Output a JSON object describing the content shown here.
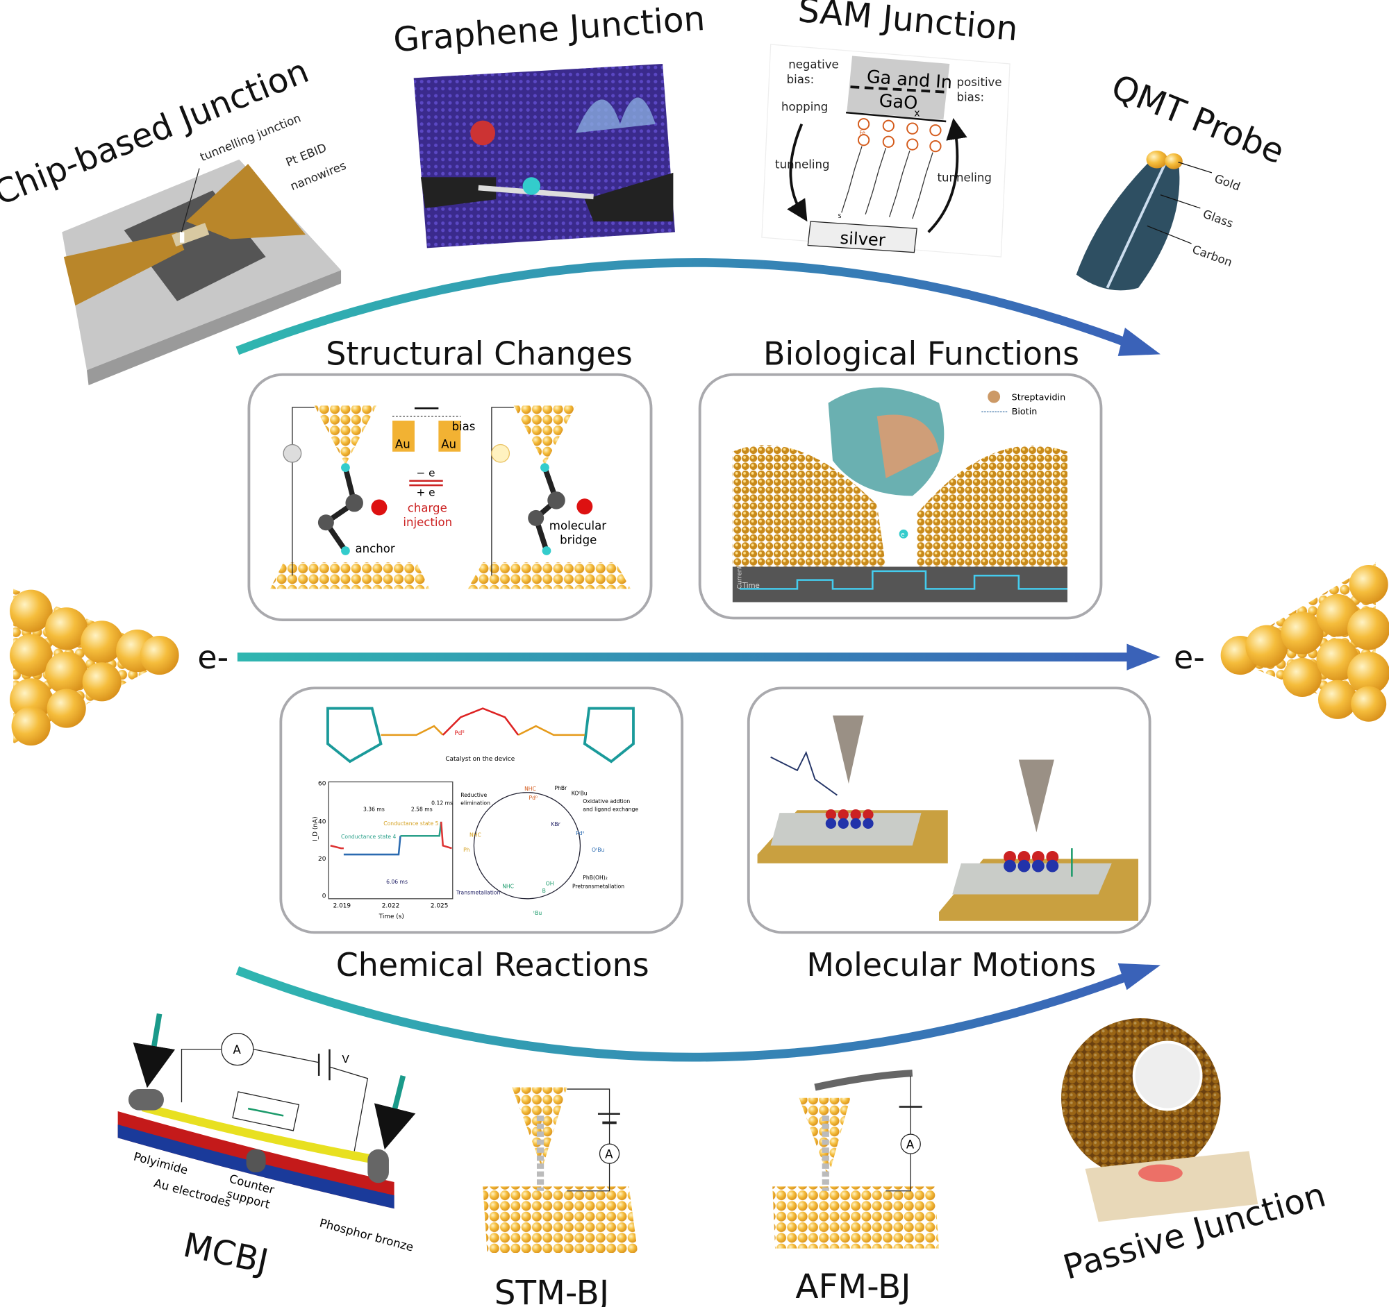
{
  "colors": {
    "arrow_start": "#2fb6b0",
    "arrow_end": "#3a62b8",
    "gold": "#f2b233",
    "panel_border": "#a9a9ad"
  },
  "electron": {
    "left": "e-",
    "right": "e-"
  },
  "top": {
    "chip": {
      "title": "Chip-based Junction",
      "label1": "tunnelling junction",
      "label2a": "Pt EBID",
      "label2b": "nanowires"
    },
    "graphene": {
      "title": "Graphene Junction"
    },
    "sam": {
      "title": "SAM Junction",
      "neg1": "negative",
      "neg2": "bias:",
      "pos1": "positive",
      "pos2": "bias:",
      "top_layer": "Ga and In",
      "oxide": "GaO",
      "oxide_sub": "x",
      "hopping": "hopping",
      "tunnel_left": "tunneling",
      "tunnel_right": "tunneling",
      "bottom": "silver",
      "fe": "Fe",
      "s": "S"
    },
    "qmt": {
      "title": "QMT Probe",
      "gold": "Gold",
      "glass": "Glass",
      "carbon": "Carbon"
    }
  },
  "panels": {
    "structural": {
      "title": "Structural Changes",
      "bias": "bias",
      "au": "Au",
      "minus_e": "− e",
      "plus_e": "+ e",
      "charge1": "charge",
      "charge2": "injection",
      "anchor": "anchor",
      "bridge1": "molecular",
      "bridge2": "bridge"
    },
    "biological": {
      "title": "Biological Functions",
      "legend1": "Streptavidin",
      "legend2": "Biotin",
      "current": "Current",
      "time": "Time",
      "e": "e"
    },
    "chemical": {
      "title": "Chemical Reactions",
      "caption": "Catalyst on the device",
      "plot": {
        "ylabel": "I_D (nA)",
        "xlabel": "Time (s)",
        "yticks": [
          "0",
          "20",
          "40",
          "60"
        ],
        "xticks": [
          "2.019",
          "2.022",
          "2.025"
        ],
        "state4": "Conductance state 4",
        "state5": "Conductance state 5",
        "t1": "3.36 ms",
        "t2": "2.58 ms",
        "t3": "0.12 ms",
        "t4": "6.06 ms"
      },
      "cycle": {
        "red_elim1": "Reductive",
        "red_elim2": "elimination",
        "phbr": "PhBr",
        "kotbu": "KOᵗBu",
        "ox1": "Oxidative addtion",
        "ox2": "and ligand exchange",
        "kbr": "KBr",
        "phboh": "PhB(OH)₂",
        "pretrans": "Pretransmetallation",
        "trans": "Transmetallation",
        "nhc": "NHC",
        "pd0": "Pd⁰",
        "pd2": "Pdᴵᴵ",
        "ph": "Ph",
        "otbu": "OᵗBu",
        "oh": "OH",
        "b": "B",
        "tbu": "ᵗBu"
      }
    },
    "motions": {
      "title": "Molecular Motions"
    }
  },
  "bottom": {
    "mcbj": {
      "title": "MCBJ",
      "a": "A",
      "v": "V",
      "polyimide": "Polyimide",
      "au_el": "Au electrodes",
      "counter1": "Counter",
      "counter2": "support",
      "bronze": "Phosphor bronze"
    },
    "stm": {
      "title": "STM-BJ",
      "a": "A"
    },
    "afm": {
      "title": "AFM-BJ",
      "a": "A"
    },
    "passive": {
      "title": "Passive Junction"
    }
  }
}
